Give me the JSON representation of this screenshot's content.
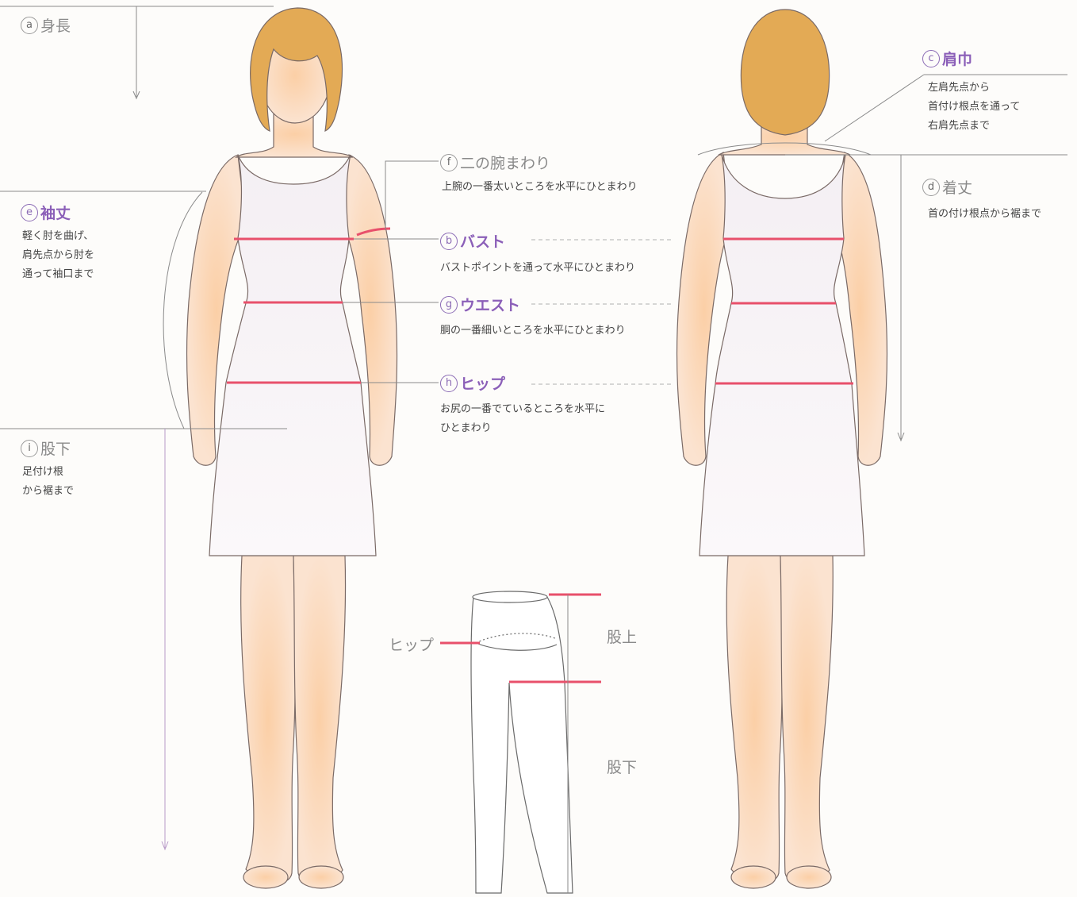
{
  "measurements": {
    "a": {
      "marker": "a",
      "name": "身長"
    },
    "b": {
      "marker": "b",
      "name": "バスト",
      "desc": "バストポイントを通って水平にひとまわり"
    },
    "c": {
      "marker": "c",
      "name": "肩巾",
      "desc": "左肩先点から\n首付け根点を通って\n右肩先点まで"
    },
    "d": {
      "marker": "d",
      "name": "着丈",
      "desc": "首の付け根点から裾まで"
    },
    "e": {
      "marker": "e",
      "name": "袖丈",
      "desc": "軽く肘を曲げ、\n肩先点から肘を\n通って袖口まで"
    },
    "f": {
      "marker": "f",
      "name": "二の腕まわり",
      "desc": "上腕の一番太いところを水平にひとまわり"
    },
    "g": {
      "marker": "g",
      "name": "ウエスト",
      "desc": "胴の一番細いところを水平にひとまわり"
    },
    "h": {
      "marker": "h",
      "name": "ヒップ",
      "desc": "お尻の一番でているところを水平に\nひとまわり"
    },
    "i": {
      "marker": "i",
      "name": "股下",
      "desc": "足付け根\nから裾まで"
    }
  },
  "pants": {
    "hip_label": "ヒップ",
    "rise_label": "股上",
    "inseam_label": "股下"
  },
  "colors": {
    "measure_line": "#e8506b",
    "accent": "#8b5fb8",
    "hair": "#e3aa55",
    "skin": "#f8d7bc",
    "dress": "#f7f3f6"
  }
}
